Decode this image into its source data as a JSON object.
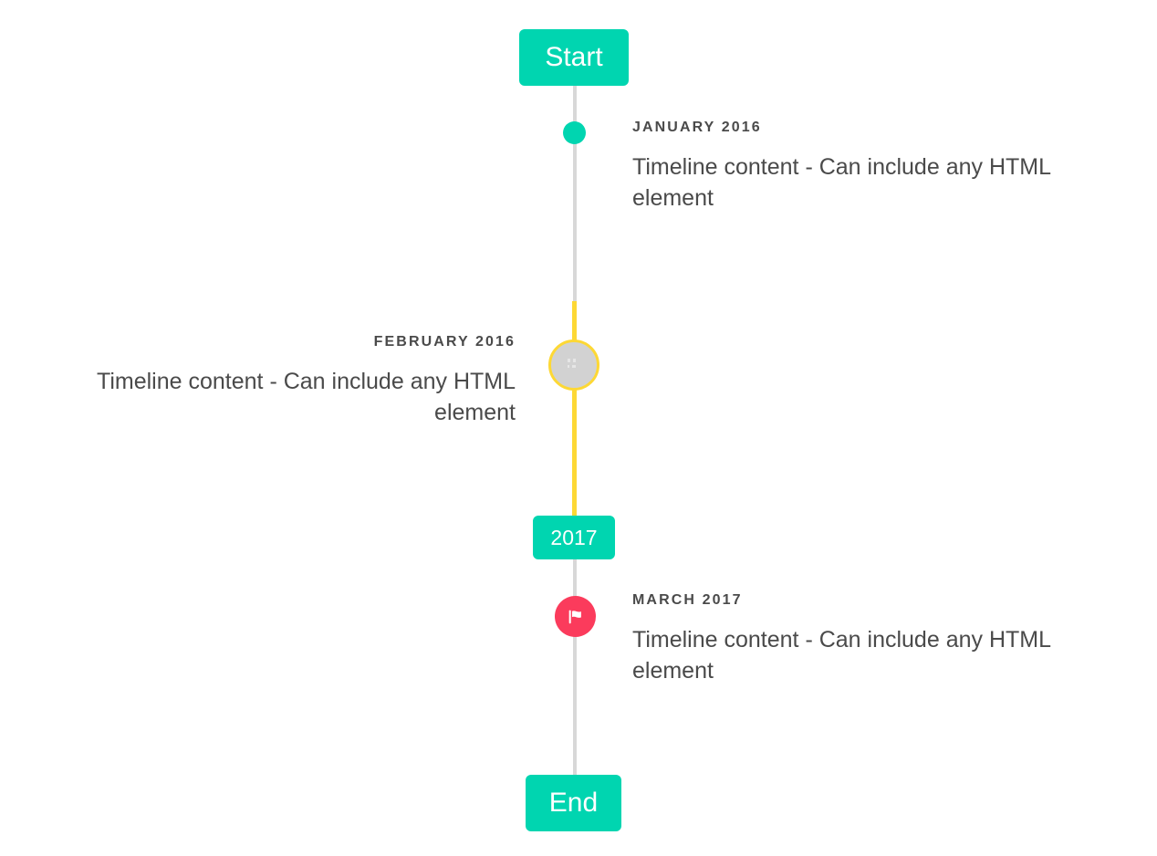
{
  "page": {
    "background": "#ffffff",
    "title": "Vertical Timeline"
  },
  "theme": {
    "accent_teal": "#00d5b0",
    "accent_yellow": "#fdd835",
    "accent_pink": "#fb3b5c",
    "line_grey": "#d8d8d8",
    "node_grey": "#d2d2d2",
    "text_grey": "#4a4a4a"
  },
  "markers": {
    "start_label": "Start",
    "year_label": "2017",
    "end_label": "End"
  },
  "nodes": [
    {
      "name": "january-dot",
      "icon": "dot-icon",
      "style": "teal-dot"
    },
    {
      "name": "february-image",
      "icon": "broken-image-icon",
      "style": "grey-circle-yellow-ring"
    },
    {
      "name": "march-flag",
      "icon": "flag-icon",
      "style": "pink-circle"
    }
  ],
  "entries": [
    {
      "id": "january",
      "side": "right",
      "date": "JANUARY 2016",
      "body": "Timeline content - Can include any HTML element"
    },
    {
      "id": "february",
      "side": "left",
      "date": "FEBRUARY 2016",
      "body": "Timeline content - Can include any HTML element"
    },
    {
      "id": "march",
      "side": "right",
      "date": "MARCH 2017",
      "body": "Timeline content - Can include any HTML element"
    }
  ]
}
